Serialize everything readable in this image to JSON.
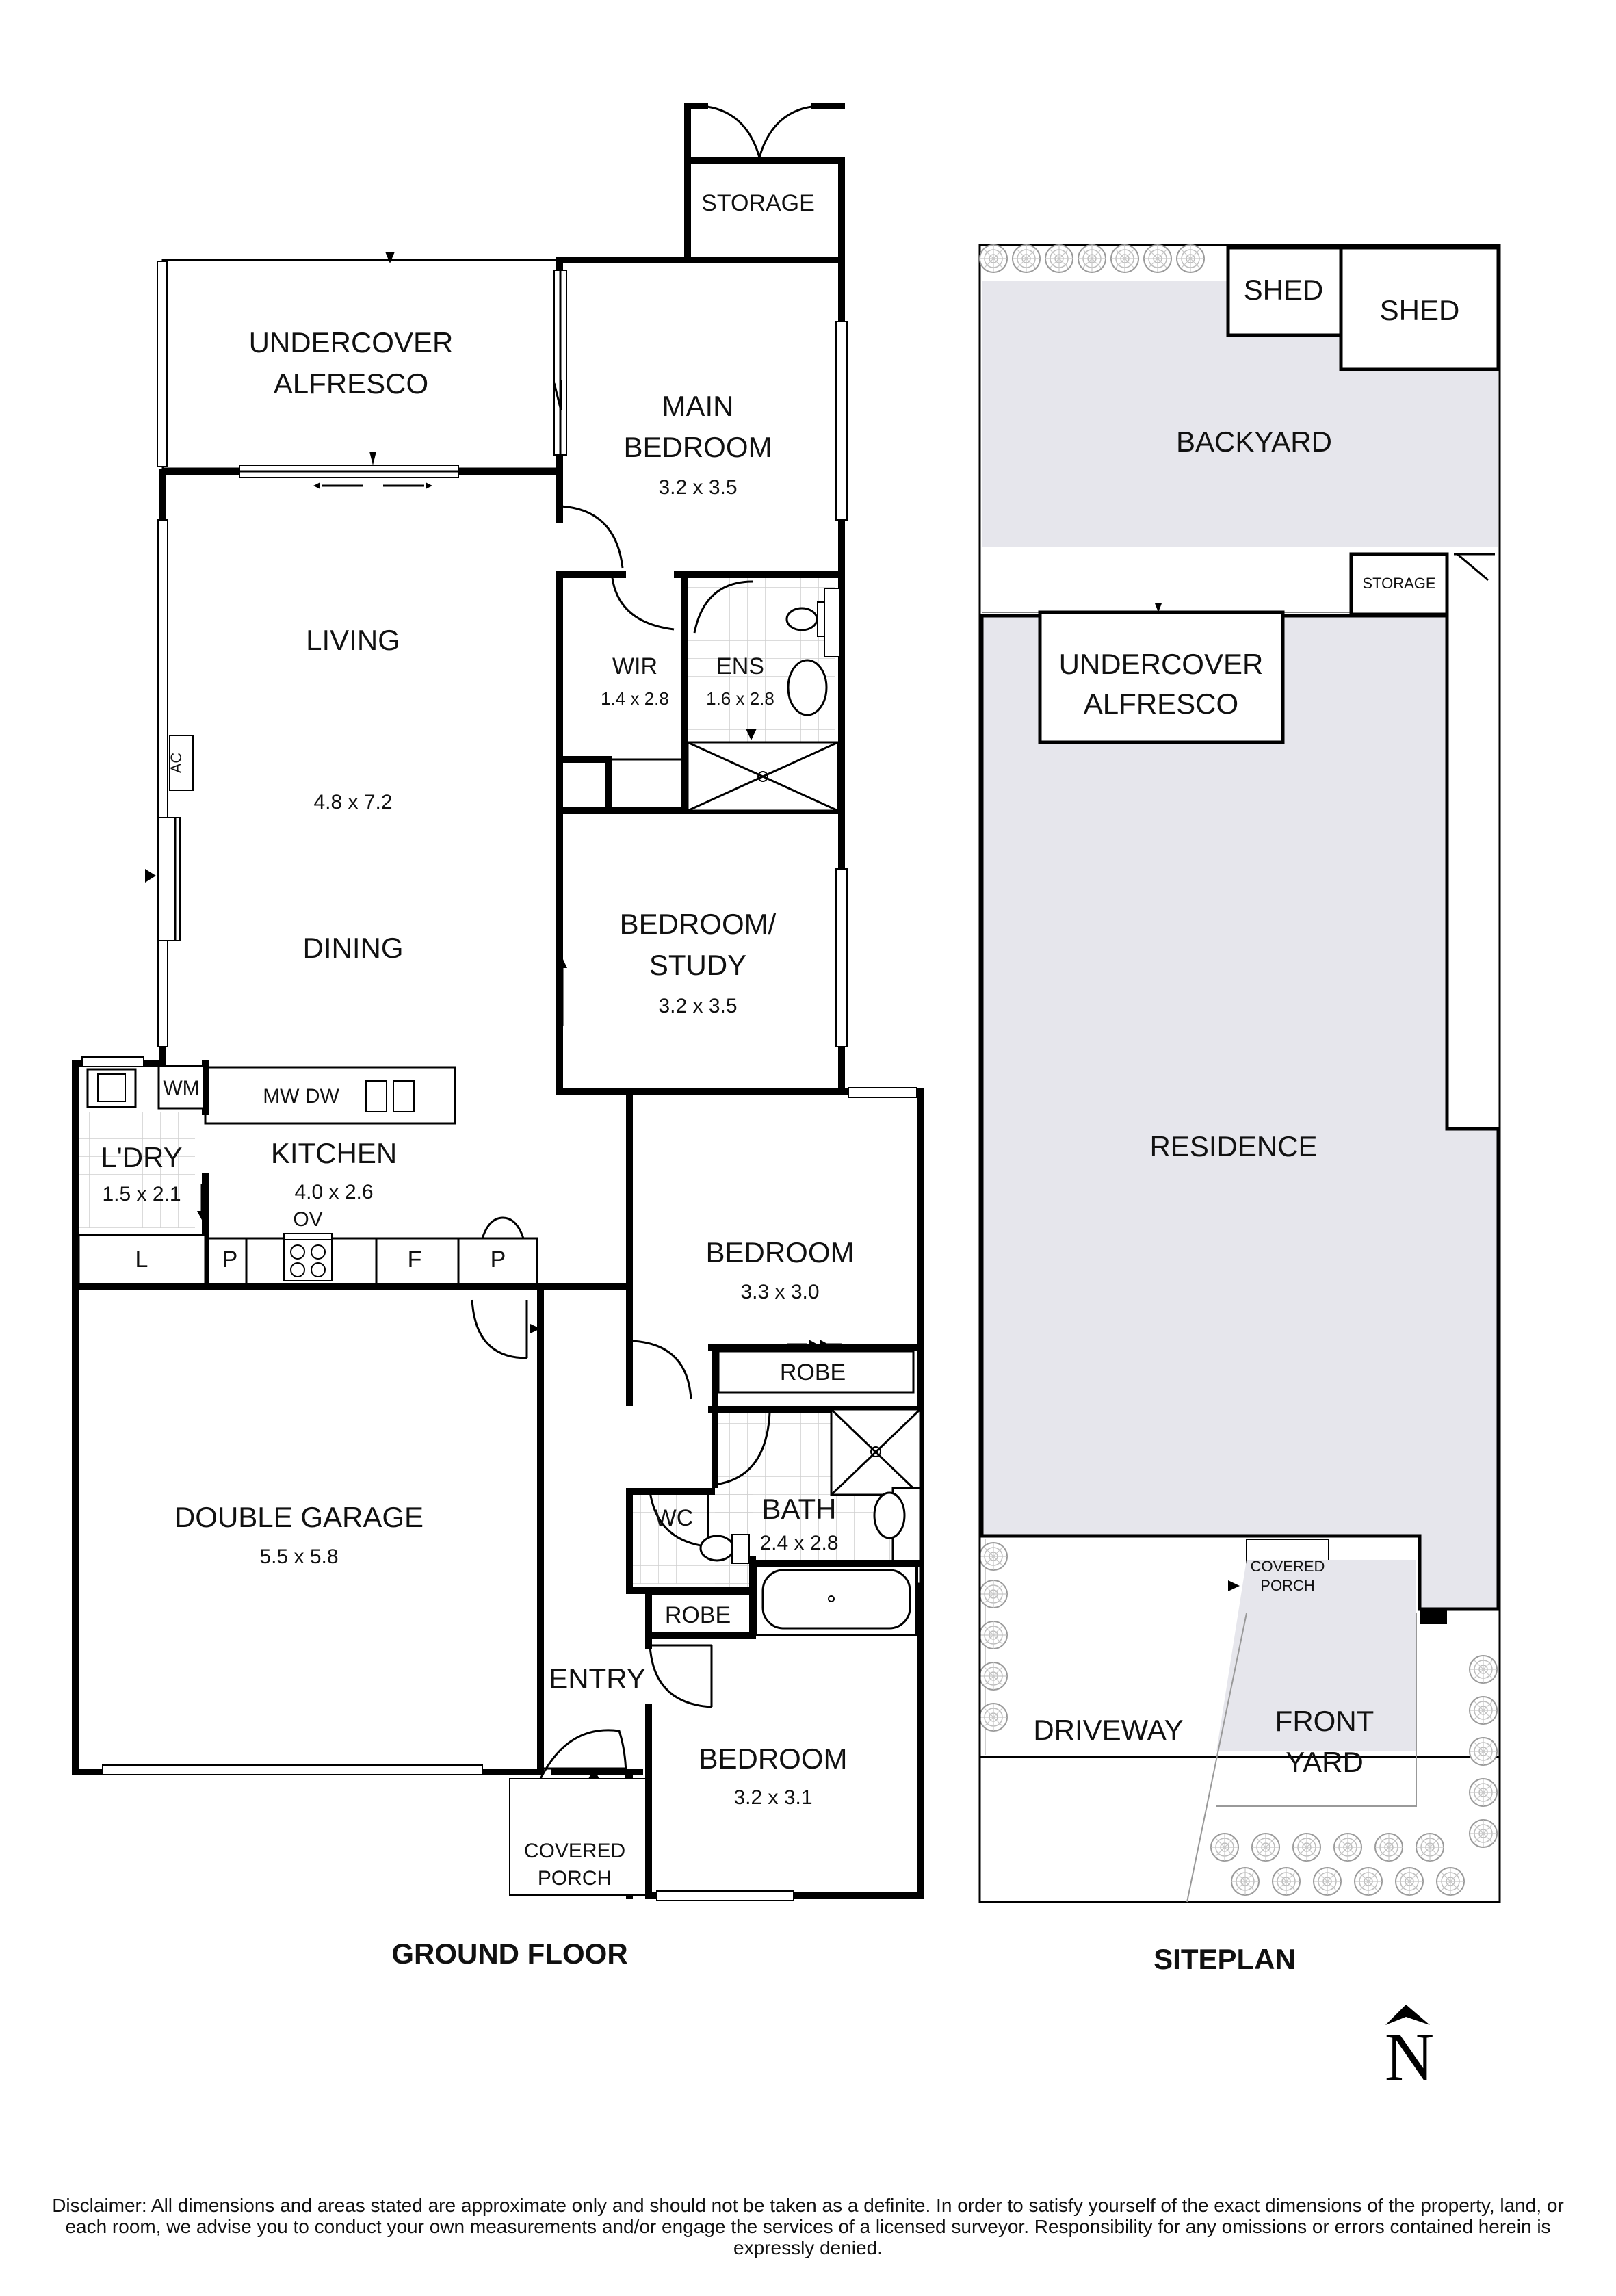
{
  "ground_floor": {
    "heading": "GROUND FLOOR",
    "rooms": {
      "storage": {
        "name": "STORAGE"
      },
      "alfresco": {
        "line1": "UNDERCOVER",
        "line2": "ALFRESCO"
      },
      "main_bedroom": {
        "line1": "MAIN",
        "line2": "BEDROOM",
        "size": "3.2 x 3.5"
      },
      "wir": {
        "name": "WIR",
        "size": "1.4 x 2.8"
      },
      "ens": {
        "name": "ENS",
        "size": "1.6 x 2.8"
      },
      "living": {
        "name": "LIVING",
        "size": "4.8 x 7.2",
        "name2": "DINING"
      },
      "ac": {
        "name": "AC"
      },
      "bedroom_study": {
        "line1": "BEDROOM/",
        "line2": "STUDY",
        "size": "3.2 x 3.5"
      },
      "wm": {
        "name": "WM"
      },
      "mw_dw": {
        "name": "MW DW"
      },
      "kitchen": {
        "name": "KITCHEN",
        "size": "4.0 x 2.6",
        "ov": "OV"
      },
      "laundry": {
        "name": "L'DRY",
        "size": "1.5 x 2.1"
      },
      "bench_l": {
        "name": "L"
      },
      "bench_p": {
        "name": "P"
      },
      "bench_f": {
        "name": "F"
      },
      "pantry_p": {
        "name": "P"
      },
      "bedroom2": {
        "name": "BEDROOM",
        "size": "3.3 x 3.0"
      },
      "robe1": {
        "name": "ROBE"
      },
      "garage": {
        "name": "DOUBLE GARAGE",
        "size": "5.5 x 5.8"
      },
      "wc": {
        "name": "WC"
      },
      "bath": {
        "name": "BATH",
        "size": "2.4 x 2.8"
      },
      "robe2": {
        "name": "ROBE"
      },
      "entry": {
        "name": "ENTRY"
      },
      "bedroom3": {
        "name": "BEDROOM",
        "size": "3.2 x 3.1"
      },
      "porch": {
        "line1": "COVERED",
        "line2": "PORCH"
      }
    }
  },
  "siteplan": {
    "heading": "SITEPLAN",
    "shed1": "SHED",
    "shed2": "SHED",
    "backyard": "BACKYARD",
    "storage": "STORAGE",
    "alfresco1": "UNDERCOVER",
    "alfresco2": "ALFRESCO",
    "residence": "RESIDENCE",
    "porch1": "COVERED",
    "porch2": "PORCH",
    "driveway": "DRIVEWAY",
    "frontyard1": "FRONT",
    "frontyard2": "YARD"
  },
  "north": "N",
  "disclaimer": "Disclaimer: All dimensions and areas stated are approximate only and should not be taken as a definite. In order to satisfy yourself of the exact dimensions of the property, land, or each room, we advise you to conduct your own measurements and/or engage the services of a licensed surveyor. Responsibility for any omissions or errors contained herein is expressly denied.",
  "colors": {
    "site_fill": "#e6e6ec",
    "wall": "#000000",
    "background": "#ffffff"
  }
}
